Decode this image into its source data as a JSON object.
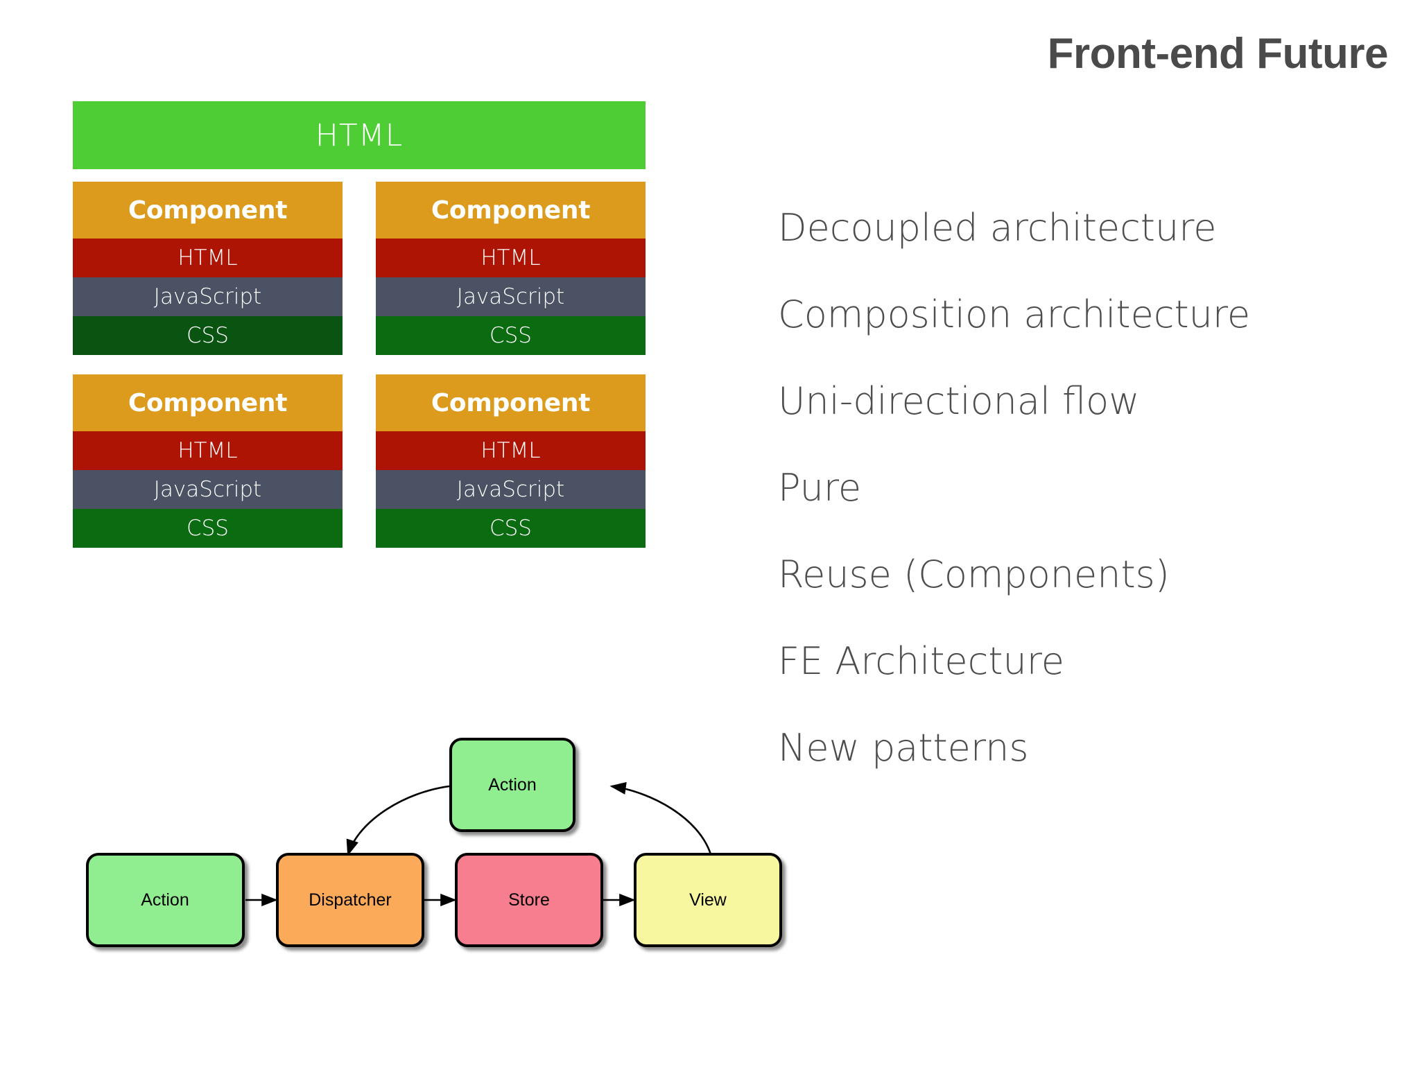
{
  "slide": {
    "title": "Front-end Future",
    "background_color": "#ffffff",
    "title_color": "#4a4a4a"
  },
  "architecture": {
    "banner": {
      "label": "HTML",
      "background_color": "#4ece34",
      "text_color": "#ffffff"
    },
    "band_colors": {
      "component": "#dc9b1c",
      "html": "#ad1403",
      "javascript": "#4a5263",
      "css": "#0a5412",
      "css_bright": "#0b6b11"
    },
    "components": [
      {
        "title": "Component",
        "layers": [
          "HTML",
          "JavaScript",
          "CSS"
        ]
      },
      {
        "title": "Component",
        "layers": [
          "HTML",
          "JavaScript",
          "CSS"
        ]
      },
      {
        "title": "Component",
        "layers": [
          "HTML",
          "JavaScript",
          "CSS"
        ]
      },
      {
        "title": "Component",
        "layers": [
          "HTML",
          "JavaScript",
          "CSS"
        ]
      }
    ]
  },
  "flux_diagram": {
    "nodes": [
      {
        "id": "action-left",
        "label": "Action",
        "color": "#90ee90"
      },
      {
        "id": "dispatcher",
        "label": "Dispatcher",
        "color": "#fbaa5a"
      },
      {
        "id": "store",
        "label": "Store",
        "color": "#f77e8e"
      },
      {
        "id": "view",
        "label": "View",
        "color": "#f7f7a0"
      },
      {
        "id": "action-top",
        "label": "Action",
        "color": "#90ee90"
      }
    ],
    "edges": [
      {
        "from": "action-left",
        "to": "dispatcher",
        "style": "straight"
      },
      {
        "from": "dispatcher",
        "to": "store",
        "style": "straight"
      },
      {
        "from": "store",
        "to": "view",
        "style": "straight"
      },
      {
        "from": "view",
        "to": "action-top",
        "style": "curved"
      },
      {
        "from": "action-top",
        "to": "dispatcher",
        "style": "curved"
      }
    ],
    "border_color": "#000000",
    "text_color": "#000000"
  },
  "bullets": {
    "text_color": "#4d4d4d",
    "items": [
      "Decoupled architecture",
      "Composition architecture",
      "Uni-directional flow",
      "Pure",
      "Reuse (Components)",
      "FE Architecture",
      "New patterns"
    ]
  }
}
